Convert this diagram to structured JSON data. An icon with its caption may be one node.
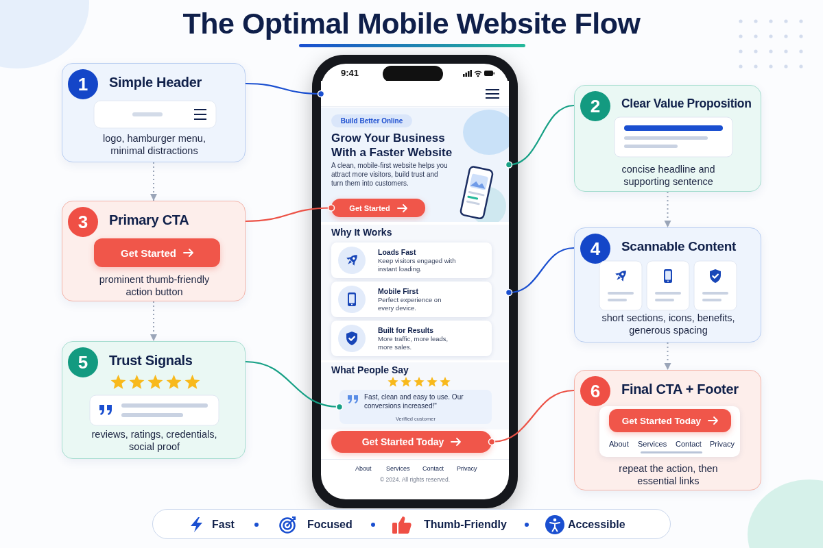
{
  "diagram": {
    "title": "The Optimal Mobile Website Flow",
    "nodes": [
      {
        "text": [
          "1",
          "Simple Header",
          "logo, hamburger menu, minimal distractions"
        ]
      },
      {
        "text": [
          "2",
          "Clear Value Proposition",
          "concise headline and supporting sentence"
        ]
      },
      {
        "text": [
          "3",
          "Primary CTA",
          "prominent thumb-friendly action button"
        ]
      },
      {
        "text": [
          "Get Started"
        ],
        "in": 2
      },
      {
        "text": [
          "4",
          "Scannable Content",
          "short sections, icons, benefits, generous spacing"
        ]
      },
      {
        "text": [
          "5",
          "Trust Signals",
          "reviews, ratings, credentials, social proof"
        ]
      },
      {
        "text": [
          "6",
          "Final CTA + Footer",
          "repeat the action, then essential links"
        ]
      },
      {
        "text": [
          "About",
          "Services",
          "Contact",
          "Privacy"
        ],
        "in": 6
      },
      {
        "text": [
          "Get Started Today"
        ],
        "in": 7
      },
      {
        "text": [
          "9:41"
        ]
      },
      {
        "text": [],
        "shape": "bar",
        "in": 9
      },
      {
        "text": [
          "Grow Your Business With a Faster Website",
          "A clean, mobile-first website helps you attract more visitors, build trust and turn them into customers."
        ],
        "in": 9
      },
      {
        "text": [
          "Build Better Online"
        ],
        "in": 11
      },
      {
        "text": [
          "Get Started"
        ],
        "in": 11
      },
      {
        "text": [
          "Why It Works"
        ],
        "in": 9
      },
      {
        "text": [
          "Loads Fast",
          "Keep visitors engaged with instant loading."
        ],
        "in": 14
      },
      {
        "text": [
          "Mobile First",
          "Perfect experience on every device."
        ],
        "in": 14
      },
      {
        "text": [
          "Built for Results",
          "More traffic, more leads, more sales."
        ],
        "in": 14
      },
      {
        "text": [
          "What People Say"
        ],
        "in": 9
      },
      {
        "text": [
          "Fast, clean and easy to use. Our conversions increased!\"",
          "Verified customer"
        ],
        "in": 18
      },
      {
        "text": [
          "Get Started Today"
        ],
        "in": 9
      },
      {
        "text": [
          "About",
          "Services",
          "Contact",
          "Privacy",
          "© 2024. All rights reserved."
        ],
        "in": 9
      },
      {
        "text": [
          "Fast",
          "Focused",
          "Thumb-Friendly",
          "Accessible"
        ]
      }
    ],
    "edges": [
      {
        "from": 0,
        "to": 10,
        "arrow": "other",
        "color": "#1a4fd0"
      },
      {
        "from": 1,
        "to": 11,
        "arrow": "other",
        "color": "#16a085"
      },
      {
        "from": 2,
        "to": 13,
        "arrow": "other",
        "color": "#ec5246"
      },
      {
        "from": 4,
        "to": 14,
        "arrow": "other",
        "color": "#1a4fd0"
      },
      {
        "from": 5,
        "to": 19,
        "arrow": "other",
        "color": "#16a085"
      },
      {
        "from": 6,
        "to": 20,
        "arrow": "other",
        "color": "#ec5246"
      },
      {
        "from": 0,
        "to": 2,
        "arrow": "to",
        "style": "dashed"
      },
      {
        "from": 2,
        "to": 5,
        "arrow": "to",
        "style": "dashed"
      },
      {
        "from": 1,
        "to": 4,
        "arrow": "to",
        "style": "dashed"
      },
      {
        "from": 4,
        "to": 6,
        "arrow": "to",
        "style": "dashed"
      }
    ]
  }
}
